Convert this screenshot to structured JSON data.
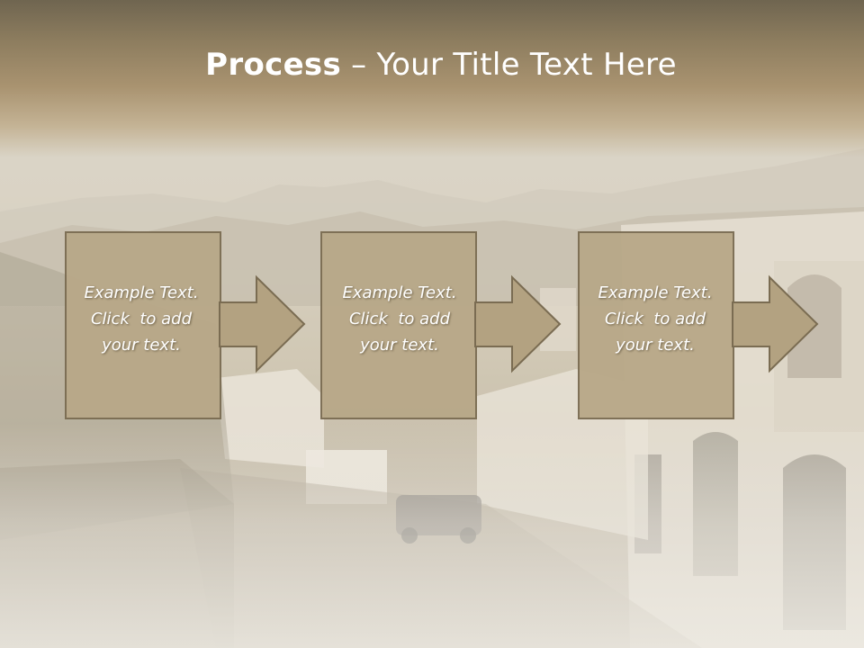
{
  "slide": {
    "title_bold": "Process",
    "title_rest": " – Your Title Text Here"
  },
  "process": {
    "steps": [
      {
        "line1": "Example Text.",
        "line2": "Click  to add",
        "line3": "your text."
      },
      {
        "line1": "Example Text.",
        "line2": "Click  to add",
        "line3": "your text."
      },
      {
        "line1": "Example Text.",
        "line2": "Click  to add",
        "line3": "your text."
      }
    ]
  },
  "colors": {
    "box_fill": "#b8a888",
    "box_stroke": "#7a6c52",
    "arrow_fill": "#b3a281",
    "title_band": "#a99370"
  }
}
